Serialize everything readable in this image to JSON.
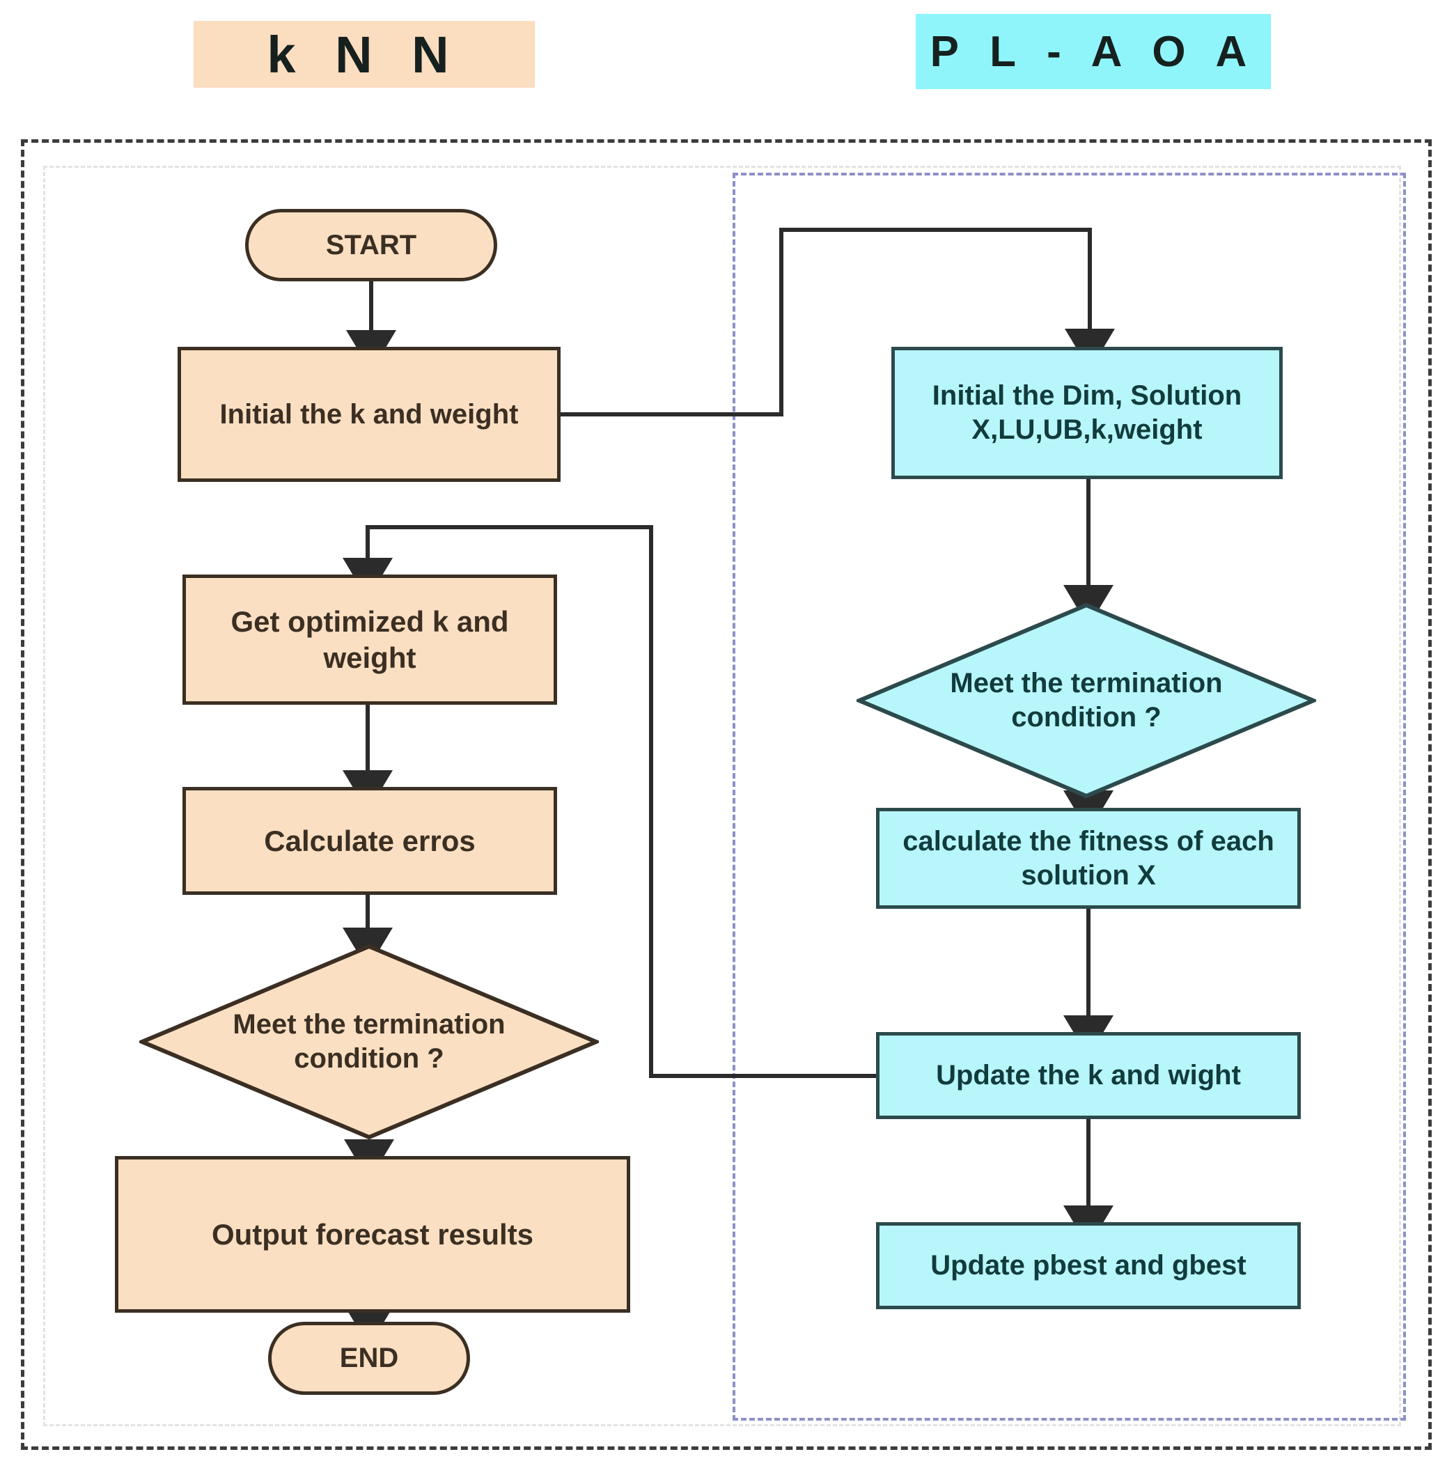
{
  "diagram": {
    "title_left": "k N N",
    "title_right": "P L - A O A",
    "colors": {
      "knn_fill": "#fbdfc2",
      "knn_border": "#3b2f23",
      "plaoa_fill": "#b7f6fb",
      "plaoa_border": "#2c4a4c",
      "plaoa_banner": "#8ff5fb",
      "knn_banner": "#fbddc0",
      "outer_dash": "#3c3c3c",
      "plaoa_dash": "#8e90c8",
      "wire": "#2b2b2b"
    },
    "knn_nodes": {
      "start": "START",
      "init_k_weight": "Initial the k and weight",
      "get_optimized": "Get optimized k and\nweight",
      "get_optimized_line1": "Get optimized k and",
      "get_optimized_line2": "weight",
      "calculate_errors": "Calculate erros",
      "termination_line1": "Meet the termination",
      "termination_line2": "condition ?",
      "output_results": "Output forecast results",
      "end": "END"
    },
    "plaoa_nodes": {
      "init_line1": "Initial the Dim, Solution",
      "init_line2": "X,LU,UB,k,weight",
      "termination_line1": "Meet the termination",
      "termination_line2": "condition ?",
      "fitness_line1": "calculate the fitness of each",
      "fitness_line2": "solution X",
      "update_k_weight": "Update the k and wight",
      "update_best": "Update pbest and gbest"
    },
    "edges": [
      {
        "from": "START",
        "to": "Initial the k and weight"
      },
      {
        "from": "Initial the k and weight",
        "to": "Initial the Dim, Solution X,LU,UB,k,weight"
      },
      {
        "from": "Initial the Dim, Solution X,LU,UB,k,weight",
        "to": "Meet the termination condition ?"
      },
      {
        "from": "Meet the termination condition ?",
        "to": "calculate the fitness of each solution X"
      },
      {
        "from": "calculate the fitness of each solution X",
        "to": "Update the k and wight"
      },
      {
        "from": "Update the k and wight",
        "to": "Update pbest and gbest"
      },
      {
        "from": "Update the k and wight",
        "to": "Get optimized k and weight"
      },
      {
        "from": "Get optimized k and weight",
        "to": "Calculate erros"
      },
      {
        "from": "Calculate erros",
        "to": "Meet the termination condition ?"
      },
      {
        "from": "Meet the termination condition ?",
        "to": "Output forecast results"
      },
      {
        "from": "Output forecast results",
        "to": "END"
      }
    ]
  }
}
